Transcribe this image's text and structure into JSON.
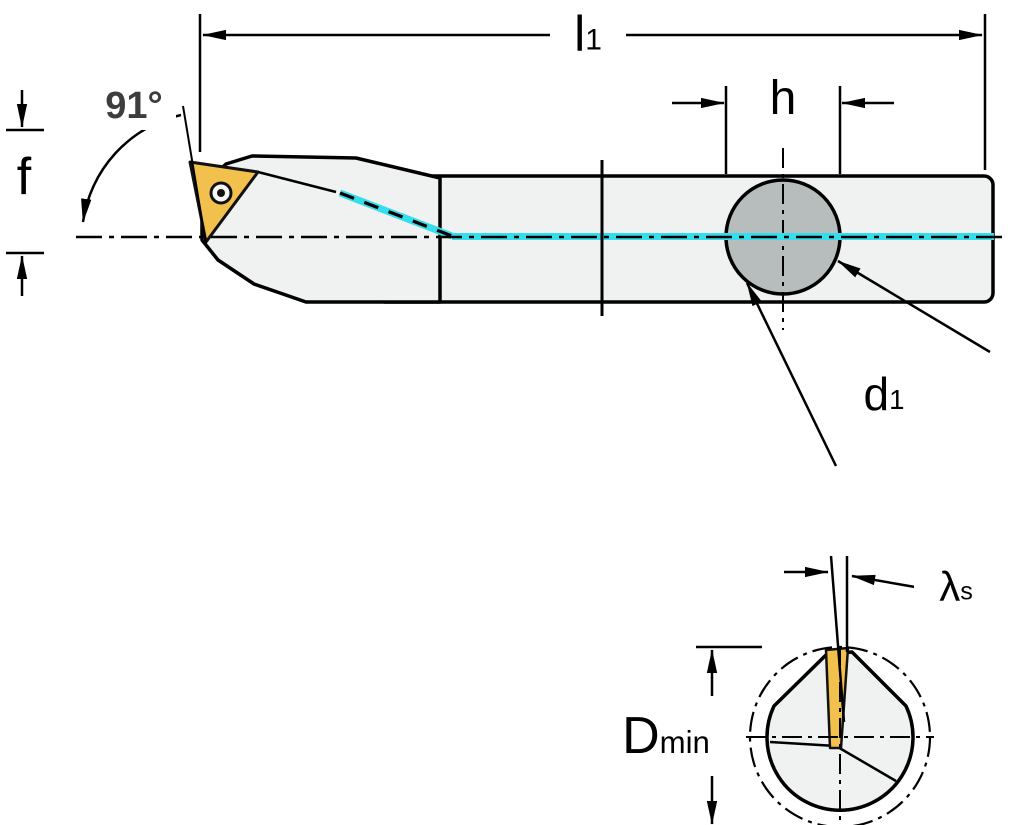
{
  "diagram": {
    "name": "boring-bar-technical-dimension-drawing",
    "labels": {
      "l1": {
        "base": "l",
        "sub": "1"
      },
      "angle": {
        "text": "91°"
      },
      "f": {
        "text": "f"
      },
      "h": {
        "text": "h"
      },
      "d1": {
        "base": "d",
        "sub": "1"
      },
      "lambda_s": {
        "base": "λ",
        "sub": "s"
      },
      "d_min": {
        "base": "D",
        "sub": "min"
      }
    },
    "colors": {
      "background": "#ffffff",
      "lines": "#000000",
      "tool_body": "#eff2f1",
      "clamp_circle": "#b7bdbd",
      "insert_gold": "#f2c14d",
      "centerline_highlight": "#35deec",
      "angle_text": "#3d3d3d"
    }
  }
}
